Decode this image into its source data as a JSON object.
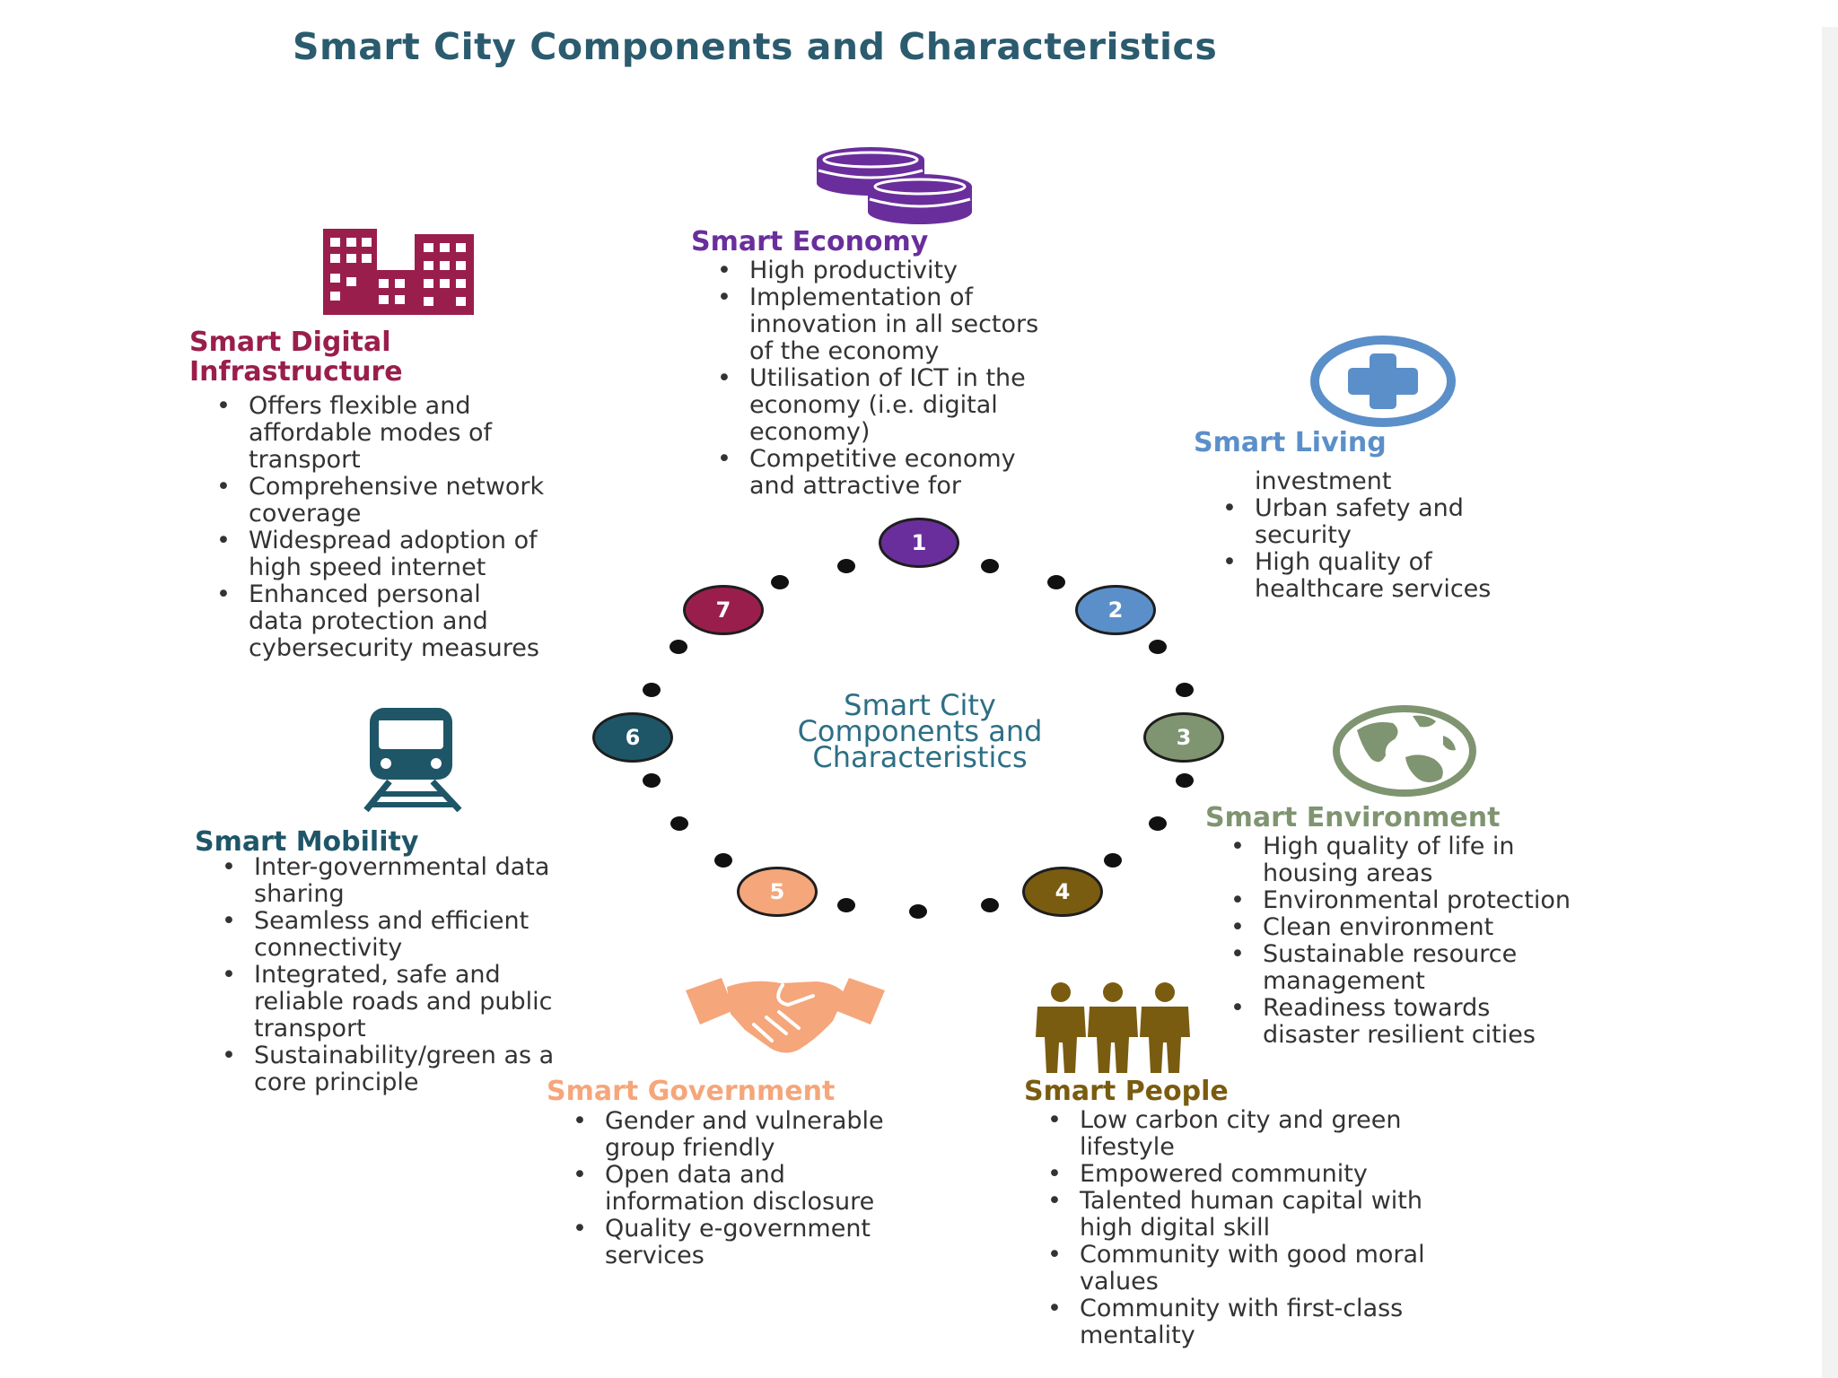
{
  "title": "Smart City Components and Characteristics",
  "center_label": [
    "Smart City",
    "Components and",
    "Characteristics"
  ],
  "colors": {
    "economy": "#6a2e9c",
    "infrastructure": "#9a1e4c",
    "living": "#5b8fc9",
    "environment": "#7f9470",
    "people": "#7a5c10",
    "government": "#f5a67a",
    "mobility": "#1e5668",
    "title": "#2b5b6e"
  },
  "components": {
    "economy": {
      "heading": "Smart Economy",
      "icon": "coins-icon",
      "items": [
        [
          "High productivity"
        ],
        [
          "Implementation of",
          "innovation in all sectors",
          "of the economy"
        ],
        [
          "Utilisation of ICT in the",
          "economy (i.e. digital",
          "economy)"
        ],
        [
          "Competitive economy",
          "and attractive for"
        ]
      ]
    },
    "infrastructure": {
      "heading": [
        "Smart Digital",
        "Infrastructure"
      ],
      "icon": "buildings-icon",
      "items": [
        [
          "Offers flexible and",
          "affordable modes of",
          "transport"
        ],
        [
          "Comprehensive network",
          "coverage"
        ],
        [
          "Widespread adoption of",
          "high speed internet"
        ],
        [
          "Enhanced personal",
          "data protection and",
          "cybersecurity measures"
        ]
      ]
    },
    "living": {
      "heading": "Smart Living",
      "icon": "medical-cross-icon",
      "lead": "investment",
      "items": [
        [
          "Urban safety and",
          "security"
        ],
        [
          "High quality of",
          "healthcare services"
        ]
      ]
    },
    "environment": {
      "heading": "Smart Environment",
      "icon": "globe-icon",
      "items": [
        [
          "High quality of life in",
          "housing areas"
        ],
        [
          "Environmental protection"
        ],
        [
          "Clean environment"
        ],
        [
          "Sustainable resource",
          "management"
        ],
        [
          "Readiness towards",
          "disaster resilient cities"
        ]
      ]
    },
    "mobility": {
      "heading": "Smart Mobility",
      "icon": "train-icon",
      "items": [
        [
          "Inter-governmental data",
          "sharing"
        ],
        [
          "Seamless and efficient",
          "connectivity"
        ],
        [
          "Integrated, safe and",
          "reliable roads and public",
          "transport"
        ],
        [
          "Sustainability/green as a",
          "core principle"
        ]
      ]
    },
    "government": {
      "heading": "Smart Government",
      "icon": "handshake-icon",
      "items": [
        [
          "Gender and vulnerable",
          "group friendly"
        ],
        [
          "Open data and",
          "information disclosure"
        ],
        [
          "Quality e-government",
          "services"
        ]
      ]
    },
    "people": {
      "heading": "Smart People",
      "icon": "people-icon",
      "items": [
        [
          "Low carbon city and green",
          "lifestyle"
        ],
        [
          "Empowered community"
        ],
        [
          "Talented human capital with",
          "high digital skill"
        ],
        [
          "Community with good moral",
          "values"
        ],
        [
          "Community with first-class",
          "mentality"
        ]
      ]
    }
  },
  "nodes": [
    "1",
    "2",
    "3",
    "4",
    "5",
    "6",
    "7"
  ]
}
